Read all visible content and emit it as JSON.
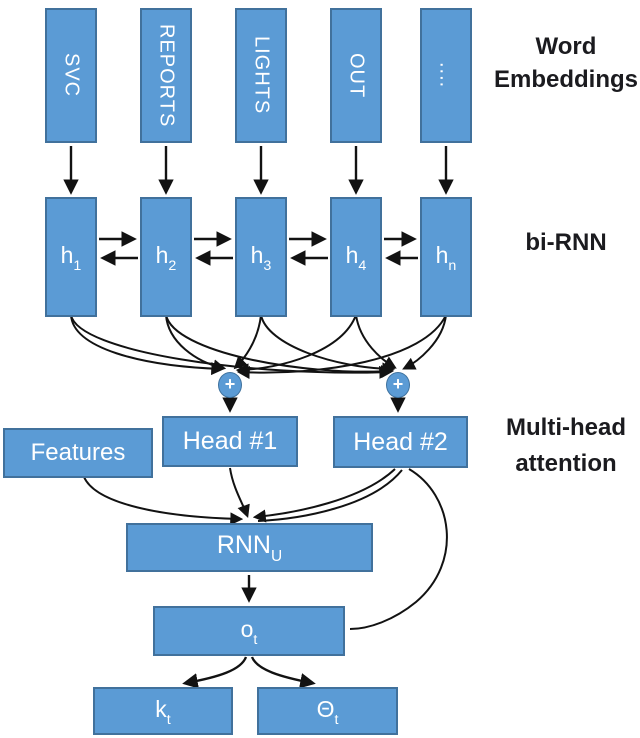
{
  "theme": {
    "background": "#ffffff",
    "box_fill": "#5b9bd5",
    "box_border": "#41719c",
    "box_text": "#ffffff",
    "plus_border": "#3f729e",
    "arrow": "#121212",
    "label_color": "#1b1b1f"
  },
  "word_row": {
    "boxes": [
      {
        "label": "SVC"
      },
      {
        "label": "REPORTS"
      },
      {
        "label": "LIGHTS"
      },
      {
        "label": "OUT"
      },
      {
        "label": "...."
      }
    ]
  },
  "rnn_row": {
    "boxes": [
      {
        "base": "h",
        "sub": "1"
      },
      {
        "base": "h",
        "sub": "2"
      },
      {
        "base": "h",
        "sub": "3"
      },
      {
        "base": "h",
        "sub": "4"
      },
      {
        "base": "h",
        "sub": "n"
      }
    ]
  },
  "plus_nodes": [
    {
      "label": "+"
    },
    {
      "label": "+"
    }
  ],
  "attention": {
    "features": "Features",
    "head1": "Head #1",
    "head2": "Head #2"
  },
  "output_chain": {
    "rnn_u": {
      "base": "RNN",
      "sub": "U"
    },
    "o_t": {
      "base": "o",
      "sub": "t"
    },
    "k_t": {
      "base": "k",
      "sub": "t"
    },
    "theta_t": {
      "base": "Θ",
      "sub": "t"
    }
  },
  "side_labels": {
    "word_embeddings_line1": "Word",
    "word_embeddings_line2": "Embeddings",
    "bi_rnn": "bi-RNN",
    "multihead_line1": "Multi-head",
    "multihead_line2": "attention"
  }
}
